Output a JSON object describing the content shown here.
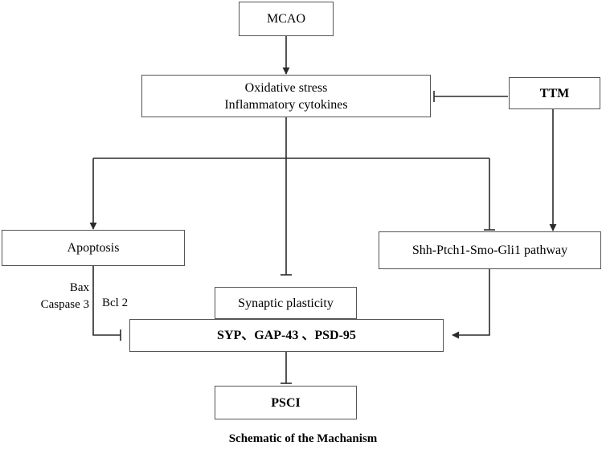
{
  "nodes": {
    "mcao": "MCAO",
    "stress": {
      "line1": "Oxidative stress",
      "line2": "Inflammatory cytokines"
    },
    "ttm": "TTM",
    "apoptosis": "Apoptosis",
    "pathway": "Shh-Ptch1-Smo-Gli1 pathway",
    "synaptic": "Synaptic plasticity",
    "markers": "SYP、GAP-43 、PSD-95",
    "psci": "PSCI"
  },
  "labels": {
    "bax": "Bax",
    "caspase": "Caspase 3",
    "bcl2": "Bcl 2"
  },
  "caption": "Schematic of the Machanism"
}
